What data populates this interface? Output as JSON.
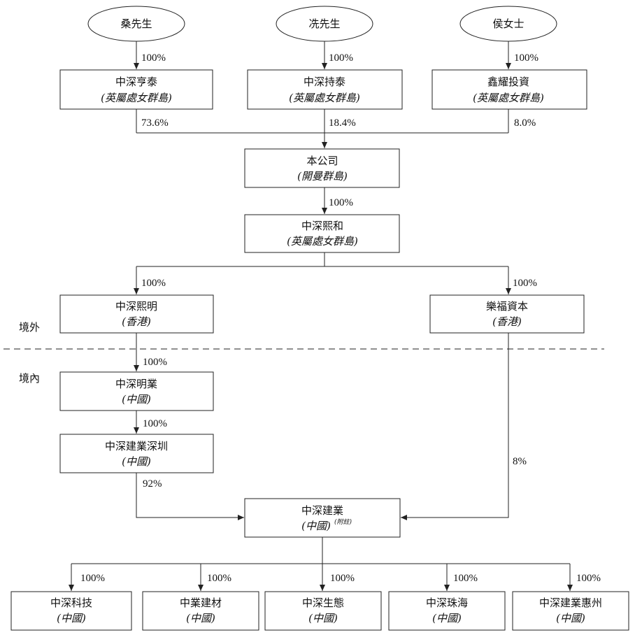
{
  "shareholders": [
    {
      "id": "sang",
      "name": "桑先生"
    },
    {
      "id": "xian",
      "name": "冼先生"
    },
    {
      "id": "hou",
      "name": "侯女士"
    }
  ],
  "boxes": [
    {
      "id": "zsht",
      "name": "中深亨泰",
      "place": "(英屬處女群島)"
    },
    {
      "id": "zsct",
      "name": "中深持泰",
      "place": "(英屬處女群島)"
    },
    {
      "id": "xytz",
      "name": "鑫耀投資",
      "place": "(英屬處女群島)"
    },
    {
      "id": "company",
      "name": "本公司",
      "place": "(開曼群島)"
    },
    {
      "id": "zsxh",
      "name": "中深熙和",
      "place": "(英屬處女群島)"
    },
    {
      "id": "zsxm",
      "name": "中深熙明",
      "place": "(香港)"
    },
    {
      "id": "lfzb",
      "name": "樂福資本",
      "place": "(香港)"
    },
    {
      "id": "zsmy",
      "name": "中深明業",
      "place": "(中國)"
    },
    {
      "id": "zsjysz",
      "name": "中深建業深圳",
      "place": "(中國)"
    },
    {
      "id": "zsjy",
      "name": "中深建業",
      "place": "(中國)",
      "note": "(附註)"
    },
    {
      "id": "zskj",
      "name": "中深科技",
      "place": "(中國)"
    },
    {
      "id": "zyjc",
      "name": "中業建材",
      "place": "(中國)"
    },
    {
      "id": "zsst",
      "name": "中深生態",
      "place": "(中國)"
    },
    {
      "id": "zszh",
      "name": "中深珠海",
      "place": "(中國)"
    },
    {
      "id": "zsjyhz",
      "name": "中深建業惠州",
      "place": "(中國)"
    }
  ],
  "zones": {
    "offshore": "境外",
    "onshore": "境內"
  },
  "holdings": [
    {
      "id": "sang-zsht",
      "label": "100%"
    },
    {
      "id": "xian-zsct",
      "label": "100%"
    },
    {
      "id": "hou-xytz",
      "label": "100%"
    },
    {
      "id": "zsht-company",
      "label": "73.6%"
    },
    {
      "id": "zsct-company",
      "label": "18.4%"
    },
    {
      "id": "xytz-company",
      "label": "8.0%"
    },
    {
      "id": "company-zsxh",
      "label": "100%"
    },
    {
      "id": "zsxh-zsxm",
      "label": "100%"
    },
    {
      "id": "zsxh-lfzb",
      "label": "100%"
    },
    {
      "id": "zsxm-zsmy",
      "label": "100%"
    },
    {
      "id": "zsmy-zsjysz",
      "label": "100%"
    },
    {
      "id": "zsjysz-zsjy",
      "label": "92%"
    },
    {
      "id": "lfzb-zsjy",
      "label": "8%"
    },
    {
      "id": "zsjy-zskj",
      "label": "100%"
    },
    {
      "id": "zsjy-zyjc",
      "label": "100%"
    },
    {
      "id": "zsjy-zsst",
      "label": "100%"
    },
    {
      "id": "zsjy-zszh",
      "label": "100%"
    },
    {
      "id": "zsjy-zsjyhz",
      "label": "100%"
    }
  ]
}
